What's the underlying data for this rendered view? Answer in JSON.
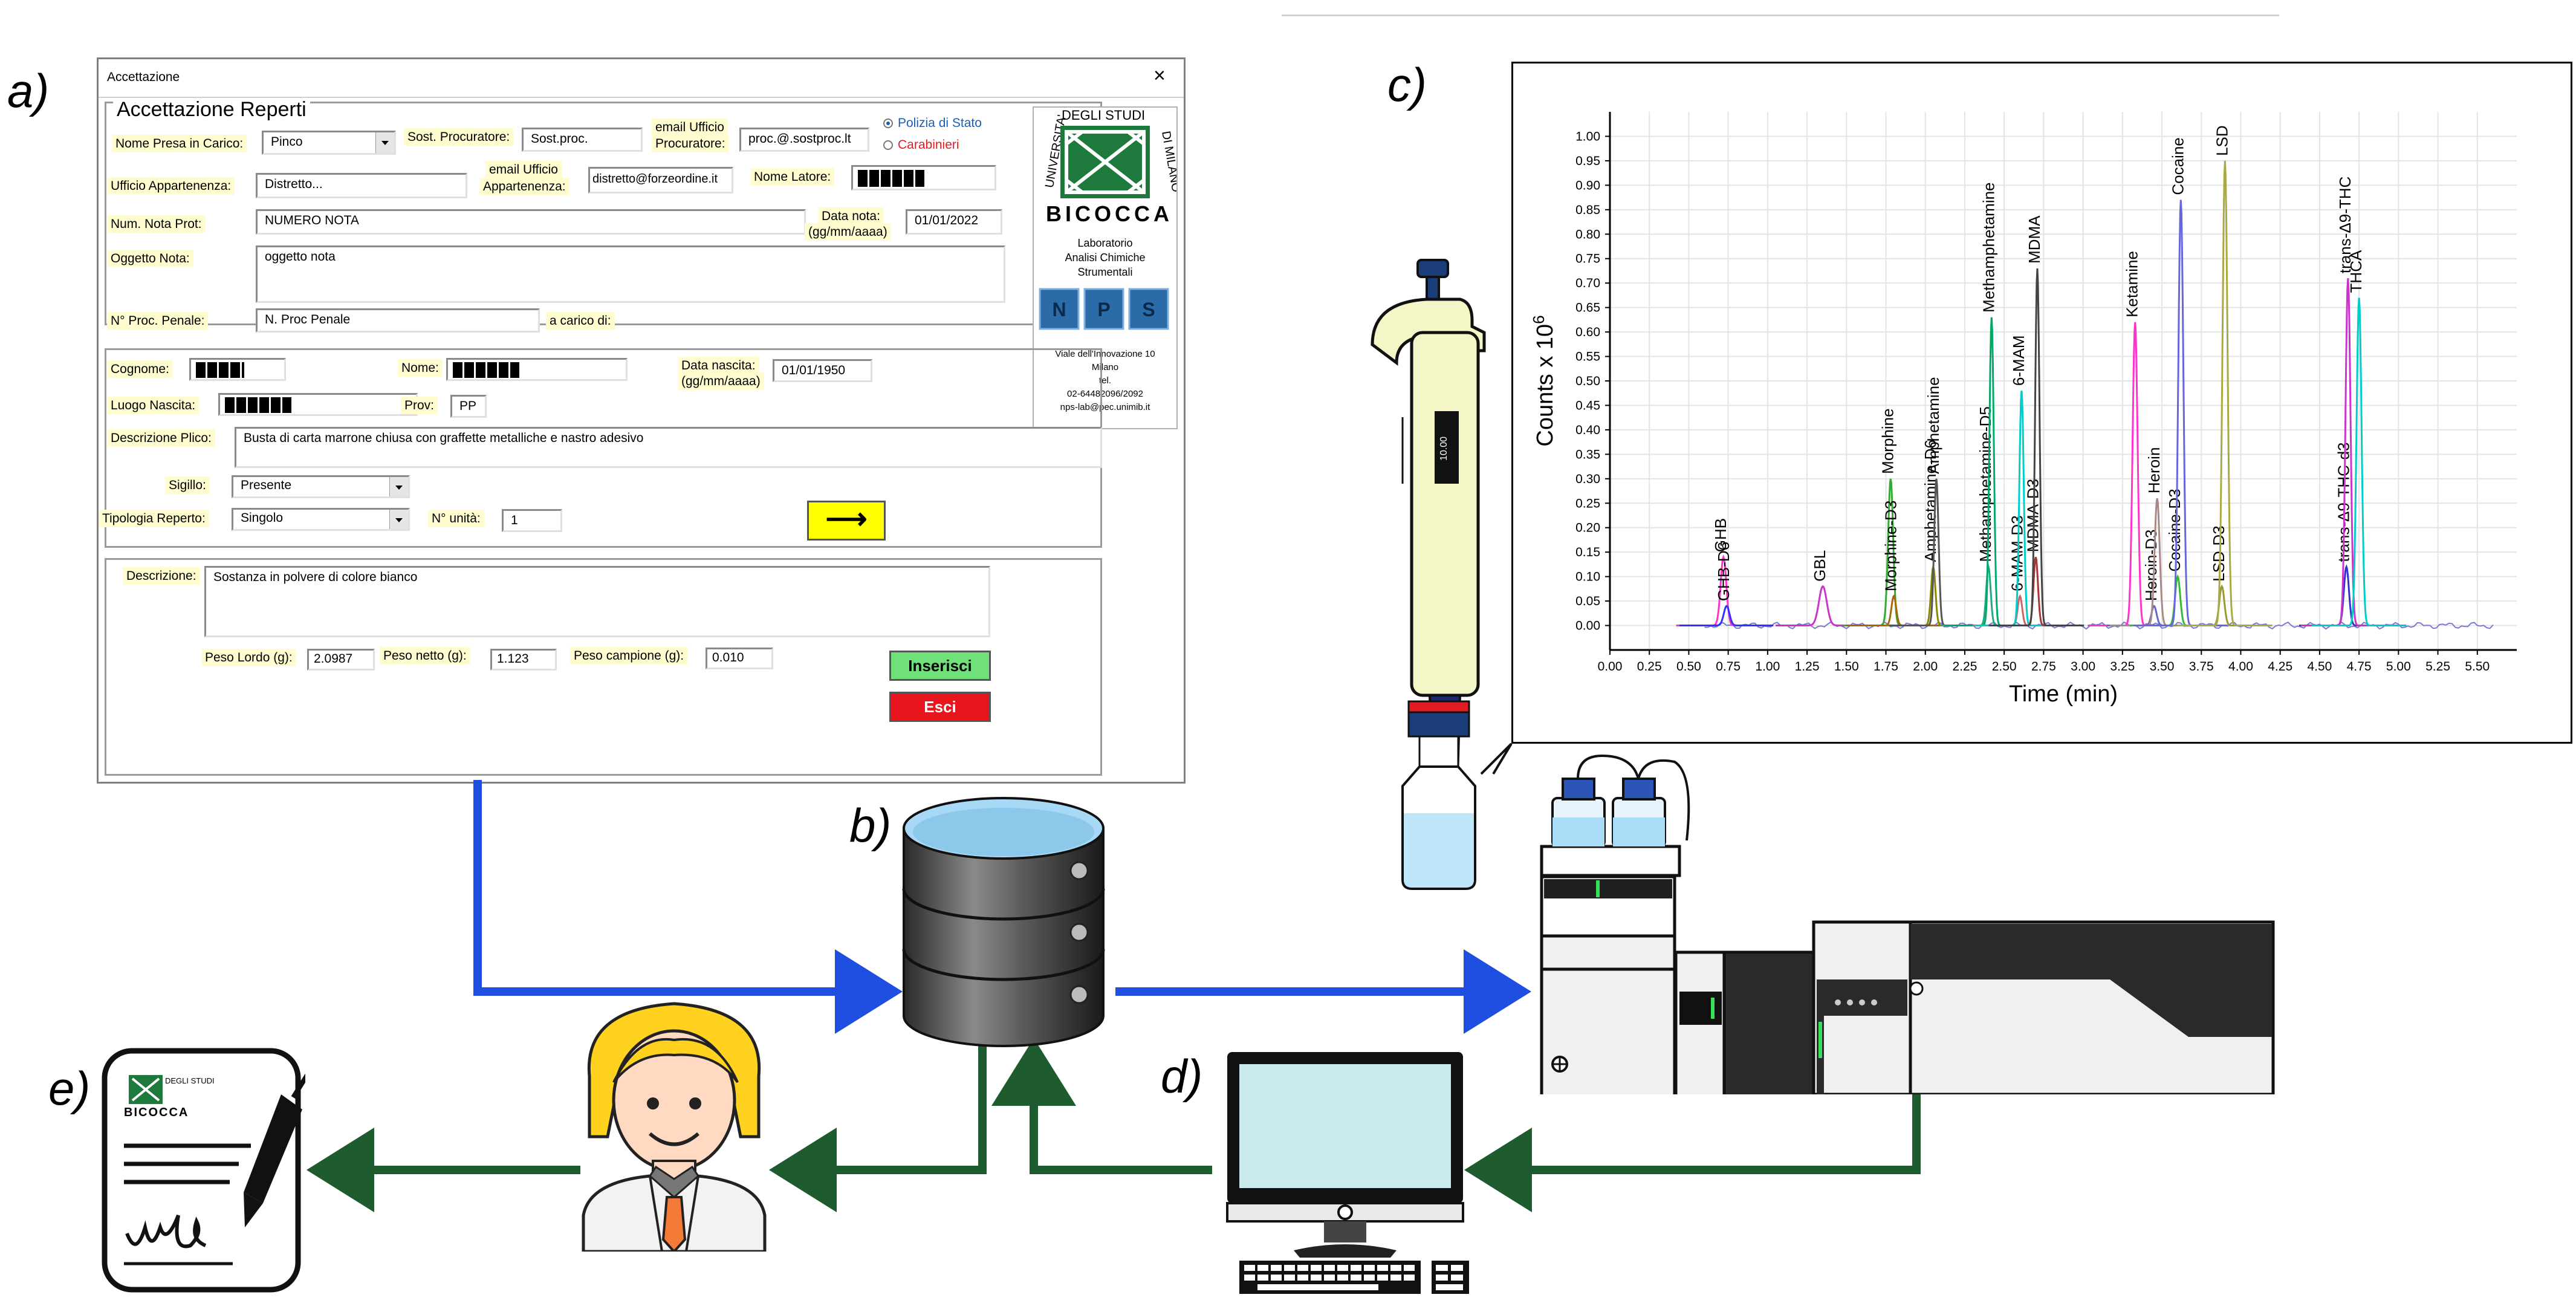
{
  "panel_labels": {
    "a": "a)",
    "b": "b)",
    "c": "c)",
    "d": "d)",
    "e": "e)"
  },
  "form": {
    "window_title": "Accettazione",
    "close_glyph": "×",
    "section_title": "Accettazione Reperti",
    "nome_presa_label": "Nome Presa in Carico:",
    "nome_presa_value": "Pinco",
    "sost_proc_label": "Sost. Procuratore:",
    "sost_proc_value": "Sost.proc.",
    "email_proc_label_1": "email Ufficio",
    "email_proc_label_2": "Procuratore:",
    "email_proc_value": "proc.@.sostproc.lt",
    "radio_polizia": "Polizia di Stato",
    "radio_carabinieri": "Carabinieri",
    "ufficio_label": "Ufficio Appartenenza:",
    "ufficio_value": "Distretto...",
    "email_app_label_1": "email Ufficio",
    "email_app_label_2": "Appartenenza:",
    "email_app_value": "distretto@forzeordine.it",
    "nome_latore_label": "Nome Latore:",
    "num_nota_label": "Num. Nota Prot:",
    "num_nota_value": "NUMERO NOTA",
    "data_nota_label_1": "Data nota:",
    "data_nota_label_2": "(gg/mm/aaaa)",
    "data_nota_value": "01/01/2022",
    "oggetto_label": "Oggetto Nota:",
    "oggetto_value": "oggetto nota",
    "proc_penale_label": "N° Proc. Penale:",
    "proc_penale_value": "N. Proc Penale",
    "a_carico_label": "a carico di:",
    "logo": {
      "univ_left": "UNIVERSITA'",
      "univ_top": "DEGLI STUDI",
      "univ_right": "DI MILANO",
      "bicocca": "BICOCCA",
      "lab_1": "Laboratorio",
      "lab_2": "Analisi Chimiche",
      "lab_3": "Strumentali",
      "badges": [
        "N",
        "P",
        "S"
      ],
      "addr_1": "Viale dell'Innovazione 10",
      "addr_2": "Milano",
      "addr_3": "tel.",
      "addr_4": "02-64482096/2092",
      "addr_5": "nps-lab@pec.unimib.it"
    },
    "cognome_label": "Cognome:",
    "nome_label": "Nome:",
    "data_nascita_label_1": "Data nascita:",
    "data_nascita_label_2": "(gg/mm/aaaa)",
    "data_nascita_value": "01/01/1950",
    "luogo_label": "Luogo Nascita:",
    "prov_label": "Prov:",
    "prov_value": "PP",
    "descr_plico_label": "Descrizione Plico:",
    "descr_plico_value": "Busta di carta marrone chiusa con graffette metalliche e nastro adesivo",
    "sigillo_label": "Sigillo:",
    "sigillo_value": "Presente",
    "tipologia_label": "Tipologia Reperto:",
    "tipologia_value": "Singolo",
    "n_unita_label": "N° unità:",
    "n_unita_value": "1",
    "next_arrow": "⟶",
    "descrizione_label": "Descrizione:",
    "descrizione_value": "Sostanza in polvere di colore bianco",
    "peso_lordo_label": "Peso Lordo (g):",
    "peso_lordo_value": "2.0987",
    "peso_netto_label": "Peso netto (g):",
    "peso_netto_value": "1.123",
    "peso_campione_label": "Peso campione (g):",
    "peso_campione_value": "0.010",
    "inserisci_label": "Inserisci",
    "esci_label": "Esci"
  },
  "pipette": {
    "volume_readout": "10.00"
  },
  "colors": {
    "blue_arrow": "#1f4fe0",
    "green_arrow": "#1e5b2e",
    "inserisci_bg": "#6fe07a",
    "esci_bg": "#e8141e",
    "next_bg": "#ffff00",
    "logo_green": "#1e7a3c"
  },
  "chart_data": {
    "type": "line",
    "xlabel": "Time (min)",
    "ylabel_base": "Counts x 10",
    "ylabel_exp": "6",
    "xlim": [
      0,
      5.75
    ],
    "ylim": [
      -0.05,
      1.05
    ],
    "x_ticks": [
      0.0,
      0.25,
      0.5,
      0.75,
      1.0,
      1.25,
      1.5,
      1.75,
      2.0,
      2.25,
      2.5,
      2.75,
      3.0,
      3.25,
      3.5,
      3.75,
      4.0,
      4.25,
      4.5,
      4.75,
      5.0,
      5.25,
      5.5
    ],
    "x_tick_labels": [
      "0.00",
      "0.25",
      "0.50",
      "0.75",
      "1.00",
      "1.25",
      "1.50",
      "1.75",
      "2.00",
      "2.25",
      "2.50",
      "2.75",
      "3.00",
      "3.25",
      "3.50",
      "3.75",
      "4.00",
      "4.25",
      "4.50",
      "4.75",
      "5.00",
      "5.25",
      "5.50"
    ],
    "y_ticks": [
      0.0,
      0.05,
      0.1,
      0.15,
      0.2,
      0.25,
      0.3,
      0.35,
      0.4,
      0.45,
      0.5,
      0.55,
      0.6,
      0.65,
      0.7,
      0.75,
      0.8,
      0.85,
      0.9,
      0.95,
      1.0
    ],
    "y_tick_labels": [
      "0.00",
      "0.05",
      "0.10",
      "0.15",
      "0.20",
      "0.25",
      "0.30",
      "0.35",
      "0.40",
      "0.45",
      "0.50",
      "0.55",
      "0.60",
      "0.65",
      "0.70",
      "0.75",
      "0.80",
      "0.85",
      "0.90",
      "0.95",
      "1.00"
    ],
    "grid": true,
    "peaks": [
      {
        "label": "GHB",
        "t": 0.72,
        "h": 0.14,
        "w": 0.018,
        "color": "#ff33cc"
      },
      {
        "label": "GHB-D6",
        "t": 0.74,
        "h": 0.04,
        "w": 0.018,
        "color": "#3333ff"
      },
      {
        "label": "GBL",
        "t": 1.35,
        "h": 0.08,
        "w": 0.025,
        "color": "#cc33cc"
      },
      {
        "label": "Morphine",
        "t": 1.78,
        "h": 0.3,
        "w": 0.016,
        "color": "#33aa33"
      },
      {
        "label": "Morphine-D3",
        "t": 1.8,
        "h": 0.06,
        "w": 0.015,
        "color": "#aa6600"
      },
      {
        "label": "Amphetamine-D6",
        "t": 2.05,
        "h": 0.12,
        "w": 0.014,
        "color": "#888800"
      },
      {
        "label": "Amphetamine",
        "t": 2.07,
        "h": 0.3,
        "w": 0.014,
        "color": "#555555"
      },
      {
        "label": "Methamphetamine-D5",
        "t": 2.4,
        "h": 0.12,
        "w": 0.014,
        "color": "#22aa88"
      },
      {
        "label": "Methamphetamine",
        "t": 2.42,
        "h": 0.63,
        "w": 0.014,
        "color": "#00aa66"
      },
      {
        "label": "6-MAM-D3",
        "t": 2.6,
        "h": 0.06,
        "w": 0.014,
        "color": "#cc6666"
      },
      {
        "label": "6-MAM",
        "t": 2.61,
        "h": 0.48,
        "w": 0.014,
        "color": "#00cccc"
      },
      {
        "label": "MDMA-D3",
        "t": 2.7,
        "h": 0.14,
        "w": 0.014,
        "color": "#aa3333"
      },
      {
        "label": "MDMA",
        "t": 2.71,
        "h": 0.73,
        "w": 0.014,
        "color": "#444444"
      },
      {
        "label": "Ketamine",
        "t": 3.33,
        "h": 0.62,
        "w": 0.016,
        "color": "#ff33cc"
      },
      {
        "label": "Heroin-D3",
        "t": 3.45,
        "h": 0.04,
        "w": 0.016,
        "color": "#6666cc"
      },
      {
        "label": "Heroin",
        "t": 3.47,
        "h": 0.26,
        "w": 0.016,
        "color": "#aa8888"
      },
      {
        "label": "Cocaine-D3",
        "t": 3.6,
        "h": 0.1,
        "w": 0.016,
        "color": "#33bb33"
      },
      {
        "label": "Cocaine",
        "t": 3.62,
        "h": 0.87,
        "w": 0.016,
        "color": "#6666dd"
      },
      {
        "label": "LSD-D3",
        "t": 3.88,
        "h": 0.08,
        "w": 0.016,
        "color": "#999933"
      },
      {
        "label": "LSD",
        "t": 3.9,
        "h": 0.95,
        "w": 0.016,
        "color": "#aaaa44"
      },
      {
        "label": "trans-Δ9-THC-d3",
        "t": 4.67,
        "h": 0.12,
        "w": 0.016,
        "color": "#3333cc"
      },
      {
        "label": "trans-Δ9-THC",
        "t": 4.68,
        "h": 0.71,
        "w": 0.016,
        "color": "#cc33cc"
      },
      {
        "label": "THCA",
        "t": 4.75,
        "h": 0.67,
        "w": 0.016,
        "color": "#00cccc"
      }
    ]
  }
}
